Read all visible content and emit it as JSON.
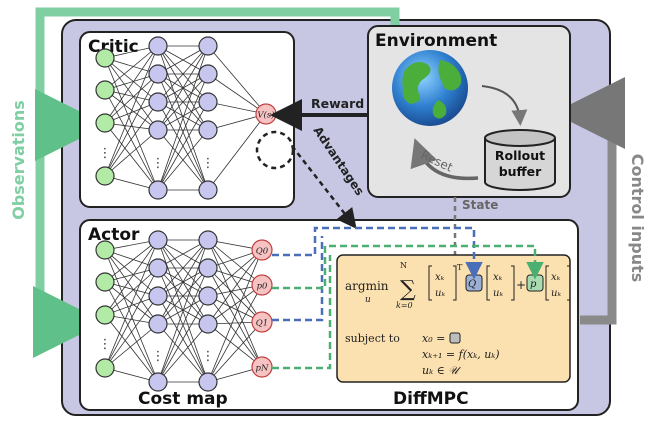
{
  "labels": {
    "critic": "Critic",
    "actor": "Actor",
    "environment": "Environment",
    "cost_map": "Cost map",
    "diffmpc": "DiffMPC",
    "observations": "Observations",
    "control_inputs": "Control inputs",
    "reward": "Reward",
    "advantages": "Advantages",
    "reset": "Reset",
    "state": "State",
    "rollout_buffer_line1": "Rollout",
    "rollout_buffer_line2": "buffer",
    "critic_output": "V(s)",
    "actor_outputs": [
      "Q0",
      "p0",
      "Q1",
      "pN"
    ],
    "ellipsis": "⋮"
  },
  "mpc": {
    "argmin": "argmin",
    "argmin_sub": "u",
    "sum_top": "N",
    "sum_bottom": "k=0",
    "subject_to": "subject to",
    "c1": "x₀ =",
    "c2": "xₖ₊₁ = f(xₖ, uₖ)",
    "c3": "uₖ ∈ 𝒰"
  },
  "colors": {
    "observations": "#7fcfa3",
    "control_inputs": "#8a8a8a",
    "critic_node": "#b2eba5",
    "hidden_node": "#c6c6ef",
    "output_node": "#f6c2c2",
    "panel_blue": "#c7c7e4",
    "mpc_box": "#fbe0b0",
    "blue_dash": "#4a6fb8",
    "green_dash": "#4caf72"
  }
}
